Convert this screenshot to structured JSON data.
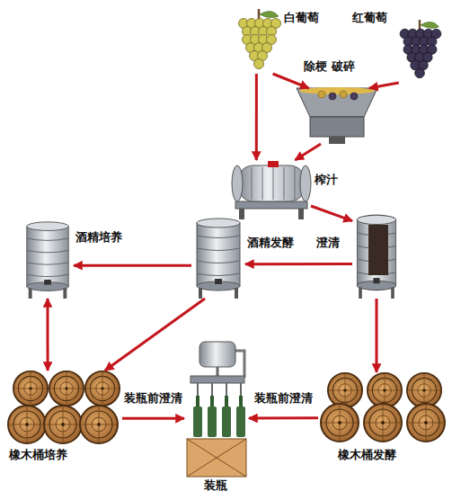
{
  "diagram": {
    "nodes": [
      {
        "text": [
          "白葡萄"
        ]
      },
      {
        "text": [
          "红葡萄"
        ]
      },
      {
        "text": [
          "除梗 破碎"
        ]
      },
      {
        "text": [
          "榨汁"
        ]
      },
      {
        "text": [
          "酒精培养"
        ]
      },
      {
        "text": [
          "酒精发酵"
        ]
      },
      {
        "text": [
          "澄清"
        ]
      },
      {
        "text": [
          "橡木桶培养"
        ]
      },
      {
        "text": [
          "装瓶"
        ]
      },
      {
        "text": [
          "橡木桶发酵"
        ]
      }
    ],
    "edges": [
      {
        "from": 0,
        "to": 2,
        "arrow": "to"
      },
      {
        "from": 1,
        "to": 2,
        "arrow": "to"
      },
      {
        "from": 0,
        "to": 3,
        "arrow": "to"
      },
      {
        "from": 2,
        "to": 3,
        "arrow": "to"
      },
      {
        "from": 3,
        "to": 6,
        "arrow": "to"
      },
      {
        "from": 6,
        "to": 5,
        "arrow": "to"
      },
      {
        "from": 5,
        "to": 4,
        "arrow": "to"
      },
      {
        "from": 4,
        "to": 7,
        "arrow": "both"
      },
      {
        "from": 5,
        "to": 7,
        "arrow": "to"
      },
      {
        "from": 6,
        "to": 9,
        "arrow": "to"
      },
      {
        "from": 7,
        "to": 8,
        "label": "装瓶前澄清",
        "arrow": "to"
      },
      {
        "from": 9,
        "to": 8,
        "label": "装瓶前澄清",
        "arrow": "to"
      }
    ]
  }
}
